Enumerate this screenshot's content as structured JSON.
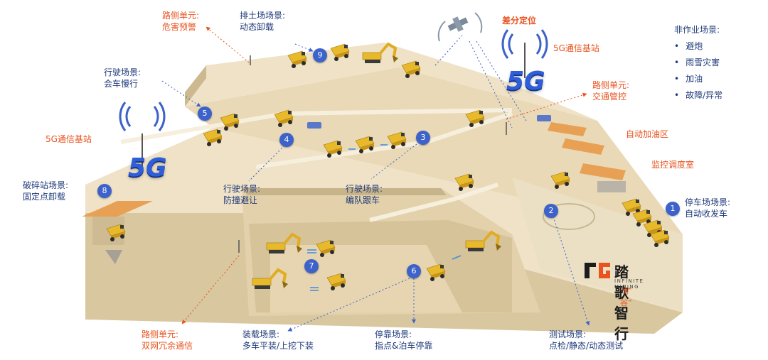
{
  "labels": {
    "roadside_hazard": {
      "line1": "路侧单元:",
      "line2": "危害预警"
    },
    "dump_scene": {
      "line1": "排土场场景:",
      "line2": "动态卸载"
    },
    "diff_positioning": "差分定位",
    "station_top": "5G通信基站",
    "roadside_traffic": {
      "line1": "路侧单元:",
      "line2": "交通管控"
    },
    "meet_scene": {
      "line1": "行驶场景:",
      "line2": "会车慢行"
    },
    "station_left": "5G通信基站",
    "refuel_zone": "自动加油区",
    "control_room": "监控调度室",
    "crush_scene": {
      "line1": "破碎站场景:",
      "line2": "固定点卸载"
    },
    "avoid_scene": {
      "line1": "行驶场景:",
      "line2": "防撞避让"
    },
    "platoon_scene": {
      "line1": "行驶场景:",
      "line2": "编队跟车"
    },
    "park_scene": {
      "line1": "停车场场景:",
      "line2": "自动收发车"
    },
    "roadside_redundant": {
      "line1": "路侧单元:",
      "line2": "双网冗余通信"
    },
    "load_scene": {
      "line1": "装载场景:",
      "line2": "多车平装/上挖下装"
    },
    "dock_scene": {
      "line1": "停靠场景:",
      "line2": "指点&泊车停靠"
    },
    "test_scene": {
      "line1": "测试场景:",
      "line2": "点检/静态/动态测试"
    }
  },
  "fiveg_text": "5G",
  "non_working": {
    "title": "非作业场景:",
    "items": [
      "避炮",
      "雨雪灾害",
      "加油",
      "故障/异常"
    ]
  },
  "badges": [
    "1",
    "2",
    "3",
    "4",
    "5",
    "6",
    "7",
    "8",
    "9"
  ],
  "brand": {
    "name": "踏歌智行",
    "sub": "INFINITE MINING",
    "tag": "“旷谷”"
  },
  "colors": {
    "terrain_top": "#efe2c6",
    "terrain_side": "#d9c7a0",
    "terrain_dark": "#c8b48a",
    "accent_orange": "#e8531f",
    "navy": "#1f3a7a",
    "badge_blue": "#3d62c9",
    "truck_yellow": "#e8b92a"
  }
}
